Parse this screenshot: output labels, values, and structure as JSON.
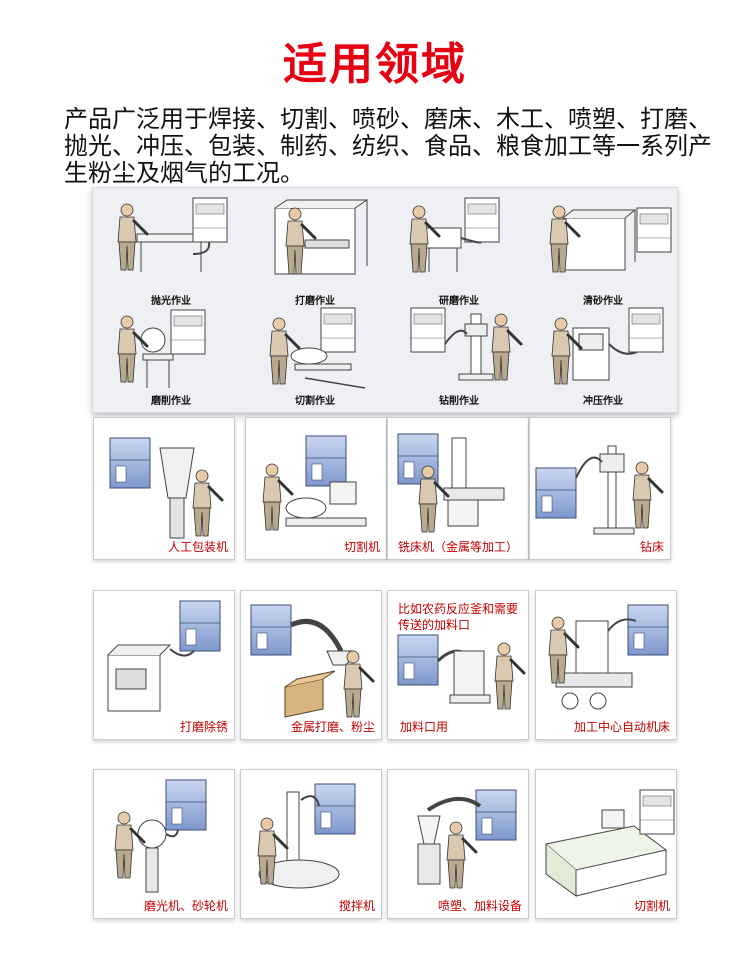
{
  "title": "适用领域",
  "intro": {
    "lines": [
      "产品广泛用于焊接、切割、喷砂、磨床、木工、喷塑、打磨、",
      "抛光、冲压、包装、制药、纺织、食品、粮食加工等一系列产",
      "生粉尘及烟气的工况。"
    ]
  },
  "top_panel": {
    "items": [
      "抛光作业",
      "打磨作业",
      "研磨作业",
      "清砂作业",
      "磨削作业",
      "切割作业",
      "钻削作业",
      "冲压作业"
    ]
  },
  "grid_row1": [
    "人工包装机",
    "切割机",
    "铣床机（金属等加工）",
    "钻床"
  ],
  "grid_row2": [
    "打磨除锈",
    "金属打磨、粉尘",
    "加料口用",
    "加工中心自动机床"
  ],
  "grid_row2_note": "比如农药反应釜和需要传送的加料口",
  "grid_row3": [
    "磨光机、砂轮机",
    "搅拌机",
    "喷塑、加料设备",
    "切割机"
  ],
  "colors": {
    "title_red": "#e60012",
    "caption_red": "#c00000",
    "machine_blue": "#8fa8d8"
  }
}
